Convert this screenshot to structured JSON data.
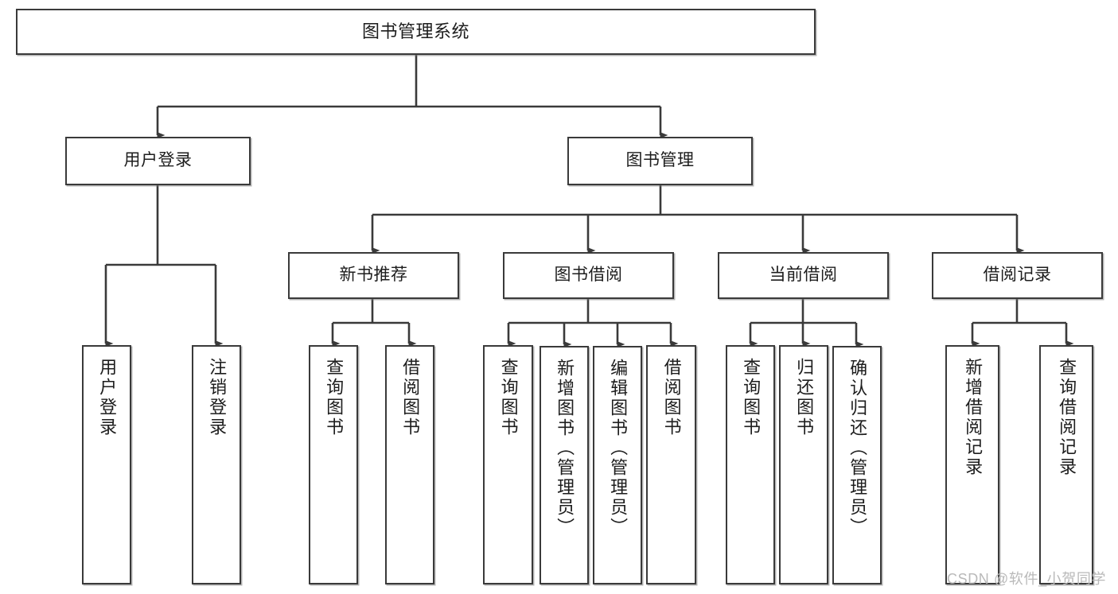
{
  "diagram": {
    "title": "图书管理系统",
    "type": "hierarchy-tree",
    "watermark": "CSDN @软件_小贺同学",
    "colors": {
      "box_border": "#3a3a3a",
      "box_fill": "#ffffff",
      "connector": "#3a3a3a",
      "text": "#1d1d1d",
      "watermark": "#b9b9b9",
      "background": "#ffffff"
    },
    "levels": {
      "root": {
        "label": "图书管理系统"
      },
      "level2": [
        {
          "id": "user-login",
          "label": "用户登录"
        },
        {
          "id": "book-manage",
          "label": "图书管理"
        }
      ],
      "level3": [
        {
          "id": "new-book-rec",
          "label": "新书推荐"
        },
        {
          "id": "book-borrow",
          "label": "图书借阅"
        },
        {
          "id": "current-borrow",
          "label": "当前借阅"
        },
        {
          "id": "borrow-record",
          "label": "借阅记录"
        }
      ],
      "leaves": {
        "user-login": [
          {
            "id": "leaf-user-login",
            "label": "用户登录"
          },
          {
            "id": "leaf-user-logout",
            "label": "注销登录"
          }
        ],
        "new-book-rec": [
          {
            "id": "leaf-query-book-1",
            "label": "查询图书"
          },
          {
            "id": "leaf-borrow-book-1",
            "label": "借阅图书"
          }
        ],
        "book-borrow": [
          {
            "id": "leaf-query-book-2",
            "label": "查询图书"
          },
          {
            "id": "leaf-add-book",
            "label": "新增图书（管理员）"
          },
          {
            "id": "leaf-edit-book",
            "label": "编辑图书（管理员）"
          },
          {
            "id": "leaf-borrow-book-2",
            "label": "借阅图书"
          }
        ],
        "current-borrow": [
          {
            "id": "leaf-query-book-3",
            "label": "查询图书"
          },
          {
            "id": "leaf-return-book",
            "label": "归还图书"
          },
          {
            "id": "leaf-confirm-return",
            "label": "确认归还（管理员）"
          }
        ],
        "borrow-record": [
          {
            "id": "leaf-add-record",
            "label": "新增借阅记录"
          },
          {
            "id": "leaf-query-record",
            "label": "查询借阅记录"
          }
        ]
      }
    }
  }
}
